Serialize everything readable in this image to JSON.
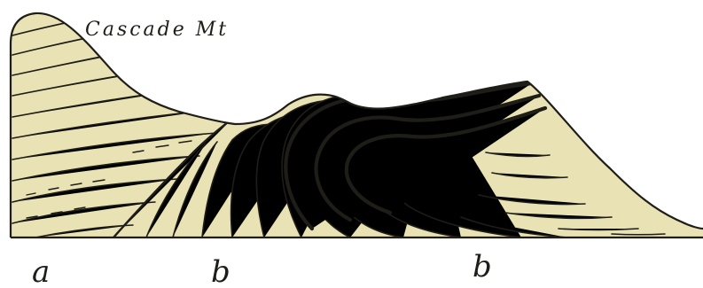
{
  "colors": {
    "rock_fill": "#e8e2b4",
    "line": "#1f1d17",
    "background": "#ffffff"
  },
  "title": "Cascade Mt",
  "point_labels": [
    "a",
    "b",
    "b"
  ]
}
